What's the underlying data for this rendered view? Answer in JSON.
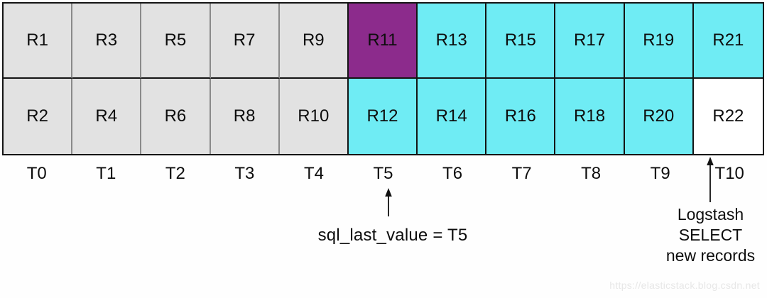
{
  "colors": {
    "gray": "#e2e2e2",
    "purple": "#8c2b8c",
    "cyan": "#6fecf4",
    "white": "#ffffff",
    "border_dark": "#141414",
    "border_gray": "#8a8a8a",
    "text": "#0d0d0d"
  },
  "grid": {
    "rows": [
      {
        "cells": [
          {
            "label": "R1",
            "fill": "gray"
          },
          {
            "label": "R3",
            "fill": "gray"
          },
          {
            "label": "R5",
            "fill": "gray"
          },
          {
            "label": "R7",
            "fill": "gray"
          },
          {
            "label": "R9",
            "fill": "gray"
          },
          {
            "label": "R11",
            "fill": "purple"
          },
          {
            "label": "R13",
            "fill": "cyan"
          },
          {
            "label": "R15",
            "fill": "cyan"
          },
          {
            "label": "R17",
            "fill": "cyan"
          },
          {
            "label": "R19",
            "fill": "cyan"
          },
          {
            "label": "R21",
            "fill": "cyan"
          }
        ]
      },
      {
        "cells": [
          {
            "label": "R2",
            "fill": "gray"
          },
          {
            "label": "R4",
            "fill": "gray"
          },
          {
            "label": "R6",
            "fill": "gray"
          },
          {
            "label": "R8",
            "fill": "gray"
          },
          {
            "label": "R10",
            "fill": "gray"
          },
          {
            "label": "R12",
            "fill": "cyan"
          },
          {
            "label": "R14",
            "fill": "cyan"
          },
          {
            "label": "R16",
            "fill": "cyan"
          },
          {
            "label": "R18",
            "fill": "cyan"
          },
          {
            "label": "R20",
            "fill": "cyan"
          },
          {
            "label": "R22",
            "fill": "white"
          }
        ]
      }
    ]
  },
  "timeline": {
    "labels": [
      "T0",
      "T1",
      "T2",
      "T3",
      "T4",
      "T5",
      "T6",
      "T7",
      "T8",
      "T9",
      "T10"
    ]
  },
  "annotations": {
    "sql_last_value_label": "sql_last_value = T5",
    "logstash_lines": [
      "Logstash",
      "SELECT",
      "new records"
    ]
  },
  "watermark": "https://elasticstack.blog.csdn.net"
}
